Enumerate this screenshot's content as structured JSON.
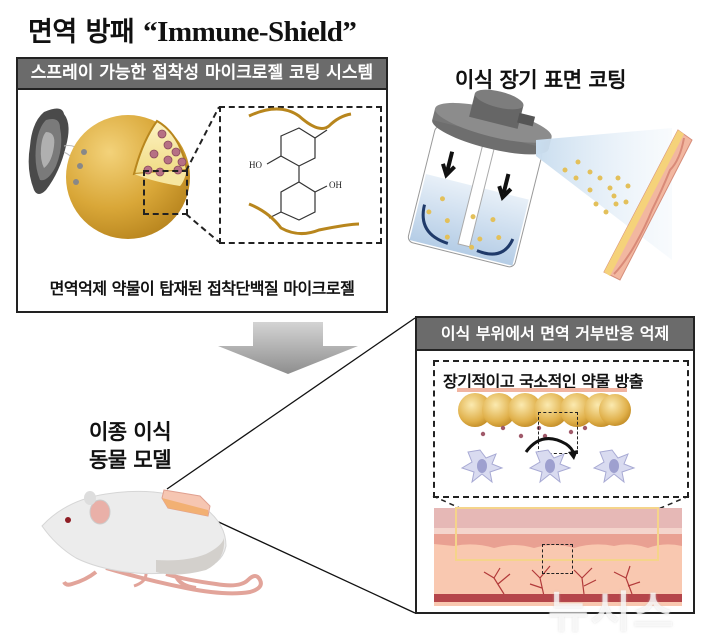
{
  "title": {
    "korean": "면역 방패",
    "english": "“Immune-Shield”"
  },
  "left_panel": {
    "header": "스프레이 가능한 접착성 마이크로젤 코팅 시스템",
    "caption": "면역억제 약물이 탑재된 접착단백질 마이크로젤",
    "chemical_labels": {
      "ho_left": "HO",
      "oh_right": "OH"
    },
    "icons": [
      "mussel-shell-icon",
      "microgel-sphere-icon",
      "catechol-structure-icon"
    ]
  },
  "top_right": {
    "label": "이식 장기 표면 코팅",
    "icons": [
      "spray-bottle-icon",
      "spray-mist-icon",
      "organ-tissue-icon"
    ]
  },
  "animal_model": {
    "line1": "이종 이식",
    "line2": "동물 모델",
    "icons": [
      "mouse-icon",
      "graft-patch-icon"
    ]
  },
  "right_panel": {
    "header": "이식 부위에서 면역  거부반응 억제",
    "inset_title": "장기적이고 국소적인 약물 방출",
    "icons": [
      "microgel-bead-row-icon",
      "immune-cell-icon",
      "tissue-cross-section-icon"
    ]
  },
  "watermark": "뉴시스",
  "colors": {
    "panel_header_bg": "#6b6b6b",
    "gold": "#d4a53a",
    "gold_dark": "#b8861d",
    "drug_dot": "#a05a6a",
    "tissue_pink": "#f6c3ac",
    "vessel_red": "#b23a3a",
    "arrow_gray": "#a8a8a8"
  }
}
